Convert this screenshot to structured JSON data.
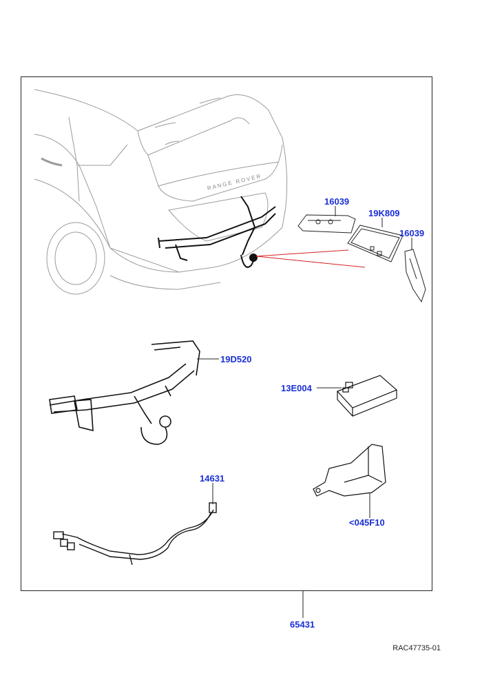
{
  "callouts": {
    "p16039_a": "16039",
    "p19k809": "19K809",
    "p16039_b": "16039",
    "p19d520": "19D520",
    "p13e004": "13E004",
    "p14631": "14631",
    "p045f10": "<045F10",
    "p65431": "65431"
  },
  "vehicle_badge": "RANGE ROVER",
  "reference_code": "RAC47735-01",
  "colors": {
    "callout": "#1a2fd6",
    "leader_red": "#d42020",
    "line": "#222222",
    "vehicle_outline": "#9a9a9a"
  }
}
